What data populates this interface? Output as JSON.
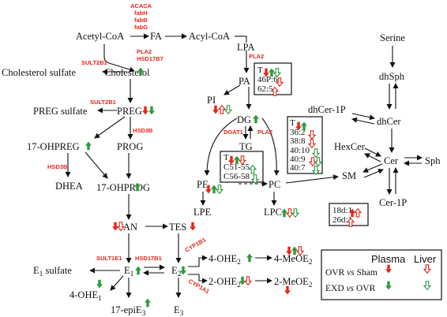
{
  "colors": {
    "ovr_vs_sham": "#e8251b",
    "exd_vs_ovr": "#2a9a3c",
    "enzyme": "#e8251b",
    "line": "#111111"
  },
  "metabolites": {
    "acetyl_coa": "Acetyl-CoA",
    "fa": "FA",
    "acyl_coa": "Acyl-CoA",
    "lpa": "LPA",
    "pa": "PA",
    "pi": "PI",
    "dg": "DG",
    "tg": "TG",
    "pe": "PE",
    "pc": "PC",
    "lpe": "LPE",
    "lpc": "LPC",
    "sm": "SM",
    "cholesterol_sulfate": "Cholesterol sulfate",
    "cholesterol": "Cholesterol",
    "preg_sulfate": "PREG sulfate",
    "preg": "PREG",
    "ohpreg17": "17-OHPREG",
    "prog": "PROG",
    "dhea": "DHEA",
    "ohprog17": "17-OHPROG",
    "an": "AN",
    "tes": "TES",
    "e1_sulfate_pre": "E",
    "e1_sulfate_sub": "1",
    "e1_sulfate_post": " sulfate",
    "e1": "E",
    "e1_sub": "1",
    "e2": "E",
    "e2_sub": "2",
    "ohe1_pre": "4-OHE",
    "ohe1_sub": "1",
    "epie3_pre": "17-epiE",
    "epie3_sub": "3",
    "e3": "E",
    "e3_sub": "3",
    "ohe2_4_pre": "4-OHE",
    "ohe2_4_sub": "2",
    "ohe2_2_pre": "2-OHE",
    "ohe2_2_sub": "2",
    "meoe2_4_pre": "4-MeOE",
    "meoe2_4_sub": "2",
    "meoe2_2_pre": "2-MeOE",
    "meoe2_2_sub": "2",
    "serine": "Serine",
    "dhsph": "dhSph",
    "dhcer": "dhCer",
    "dhcer_1p": "dhCer-1P",
    "hexcer": "HexCer",
    "cer": "Cer",
    "sph": "Sph",
    "cer_1p": "Cer-1P"
  },
  "enzymes": {
    "acaca": "ACACA",
    "fabh": "fabH",
    "fabb": "fabB",
    "fabg": "fabG",
    "pla2_top": "PLA2",
    "hsd17b7": "HSD17B7",
    "sult2b1_chol": "SULT2B1",
    "pla2_lpa": "PLA2",
    "sult2b1_preg": "SULT2B1",
    "hsd3b_prog": "HSD3B",
    "hsd3b_dhea": "HSD3B",
    "dgat1": "DGAT1",
    "pla2_dg": "PLA2",
    "sult1e1": "SULT1E1",
    "hsd17b1": "HSD17B1",
    "cyp1b1": "CYP1B1",
    "cyp1a1": "CYP1A1"
  },
  "boxes": {
    "pa_box": [
      "T",
      "46P:6",
      "62:5"
    ],
    "dg_box": [
      "T",
      "36:2",
      "38:8",
      "40:10",
      "40:9",
      "40:7"
    ],
    "tg_box": [
      "T",
      "C51-55",
      "C56-58"
    ],
    "sm_box": [
      "18d:1",
      "26d:1"
    ]
  },
  "legend": {
    "plasma": "Plasma",
    "liver": "Liver",
    "row1": "OVR vs Sham",
    "row2": "EXD vs OVR",
    "row1_pre": "OVR ",
    "row1_vs": "vs",
    "row1_post": " Sham",
    "row2_pre": "EXD ",
    "row2_vs": "vs",
    "row2_post": " OVR"
  }
}
